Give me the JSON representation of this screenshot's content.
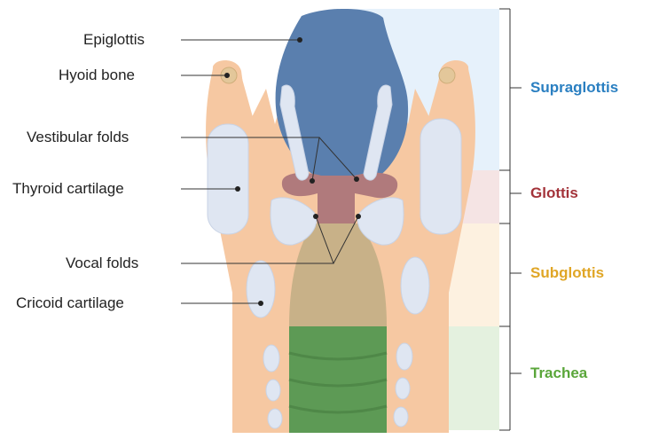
{
  "labels": {
    "epiglottis": "Epiglottis",
    "hyoid_bone": "Hyoid bone",
    "vestibular_folds": "Vestibular folds",
    "thyroid_cartilage": "Thyroid cartilage",
    "vocal_folds": "Vocal folds",
    "cricoid_cartilage": "Cricoid cartilage"
  },
  "regions": {
    "supraglottis": "Supraglottis",
    "glottis": "Glottis",
    "subglottis": "Subglottis",
    "trachea": "Trachea"
  },
  "colors": {
    "supraglottis": "#2a7fc1",
    "glottis": "#a3333a",
    "subglottis": "#e0a626",
    "trachea": "#5aa63a",
    "tissue": "#f6c8a2",
    "cartilage": "#dfe6f2",
    "epiglottis": "#5a7fae",
    "glottis_fill": "#b07a7c",
    "subglottis_fill": "#c8b188",
    "trachea_fill": "#5d9a55"
  }
}
